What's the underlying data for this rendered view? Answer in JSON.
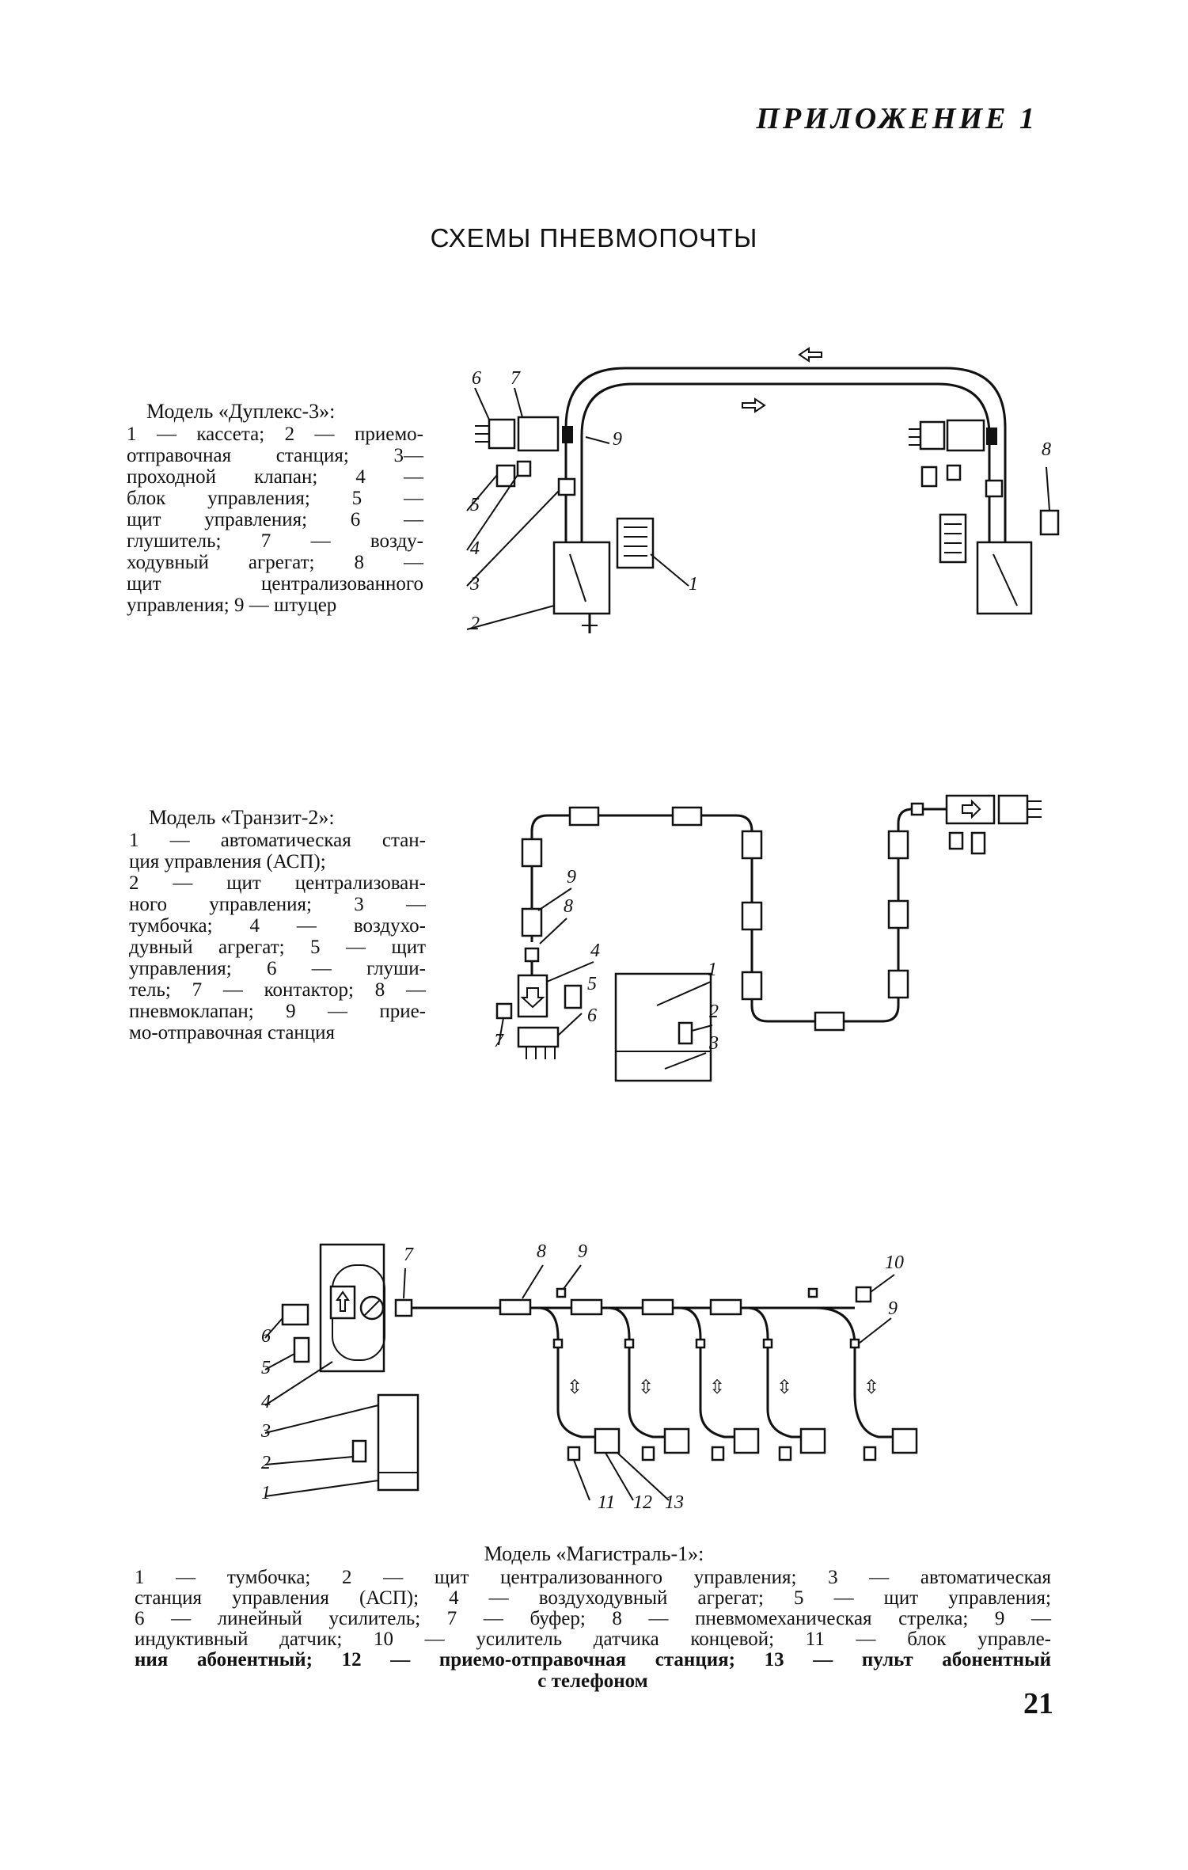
{
  "page": {
    "appendix_heading": "ПРИЛОЖЕНИЕ 1",
    "title": "СХЕМЫ ПНЕВМОПОЧТЫ",
    "page_number": "21"
  },
  "duplex": {
    "caption_title": "Модель «Дуплекс-3»:",
    "legend_lines": [
      "1 — кассета; 2 — приемо-",
      "отправочная станция; 3—",
      "проходной клапан; 4 —",
      "блок управления; 5 —",
      "щит управления; 6 —",
      "глушитель; 7 — возду-",
      "ходувный агрегат; 8 —",
      "щит централизованного",
      "управления; 9 — штуцер"
    ],
    "labels": [
      "6",
      "7",
      "9",
      "5",
      "4",
      "3",
      "2",
      "1",
      "8"
    ]
  },
  "tranzit": {
    "caption_title": "Модель «Транзит-2»:",
    "legend_lines": [
      "1 — автоматическая стан-",
      "ция управления (АСП);",
      "2 — щит централизован-",
      "ного управления; 3 —",
      "тумбочка; 4 — воздухо-",
      "дувный агрегат; 5 — щит",
      "управления; 6 — глуши-",
      "тель; 7 — контактор; 8 —",
      "пневмоклапан; 9 — прие-",
      "мо-отправочная станция"
    ],
    "labels": [
      "9",
      "8",
      "4",
      "5",
      "6",
      "7",
      "1",
      "2",
      "3"
    ]
  },
  "magistral": {
    "caption_title": "Модель «Магистраль-1»:",
    "legend_lines": [
      "1 — тумбочка; 2 — щит централизованного управления; 3 — автоматическая",
      "станция управления (АСП); 4 — воздуходувный агрегат; 5 — щит управления;",
      "6 — линейный усилитель; 7 — буфер; 8 — пневмомеханическая стрелка; 9 —",
      "индуктивный датчик; 10 — усилитель датчика концевой; 11 — блок управле-",
      "ния абонентный; 12 — приемо-отправочная станция; 13 — пульт абонентный"
    ],
    "legend_last": "с телефоном",
    "labels": [
      "7",
      "8",
      "9",
      "10",
      "9",
      "6",
      "5",
      "4",
      "3",
      "2",
      "1",
      "11",
      "12",
      "13"
    ]
  }
}
